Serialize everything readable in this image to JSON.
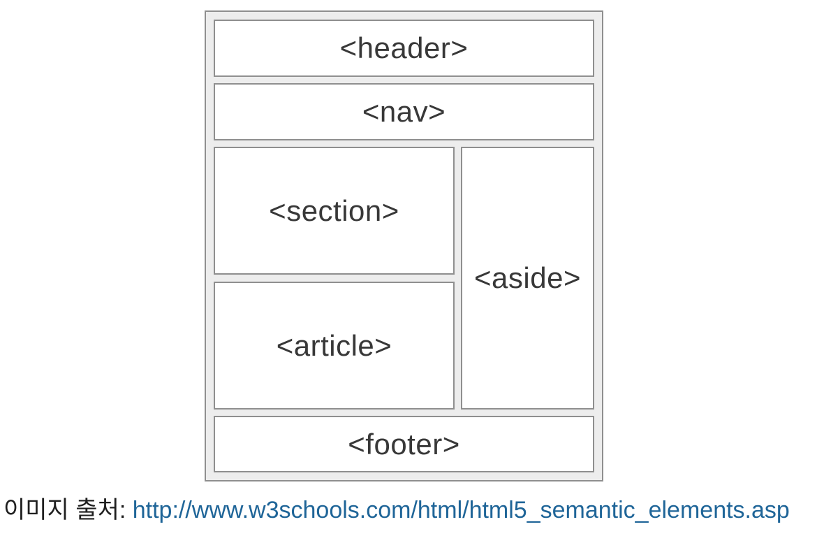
{
  "diagram": {
    "border_color": "#8f8f8f",
    "container_bg": "#ededed",
    "box_bg": "#ffffff",
    "label_color": "#383838",
    "boxes": {
      "header": "<header>",
      "nav": "<nav>",
      "section": "<section>",
      "article": "<article>",
      "aside": "<aside>",
      "footer": "<footer>"
    }
  },
  "caption": {
    "prefix": "이미지 출처: ",
    "link": "http://www.w3schools.com/html/html5_semantic_elements.asp",
    "link_color": "#1f6598",
    "text_color": "#1f1f1f"
  }
}
